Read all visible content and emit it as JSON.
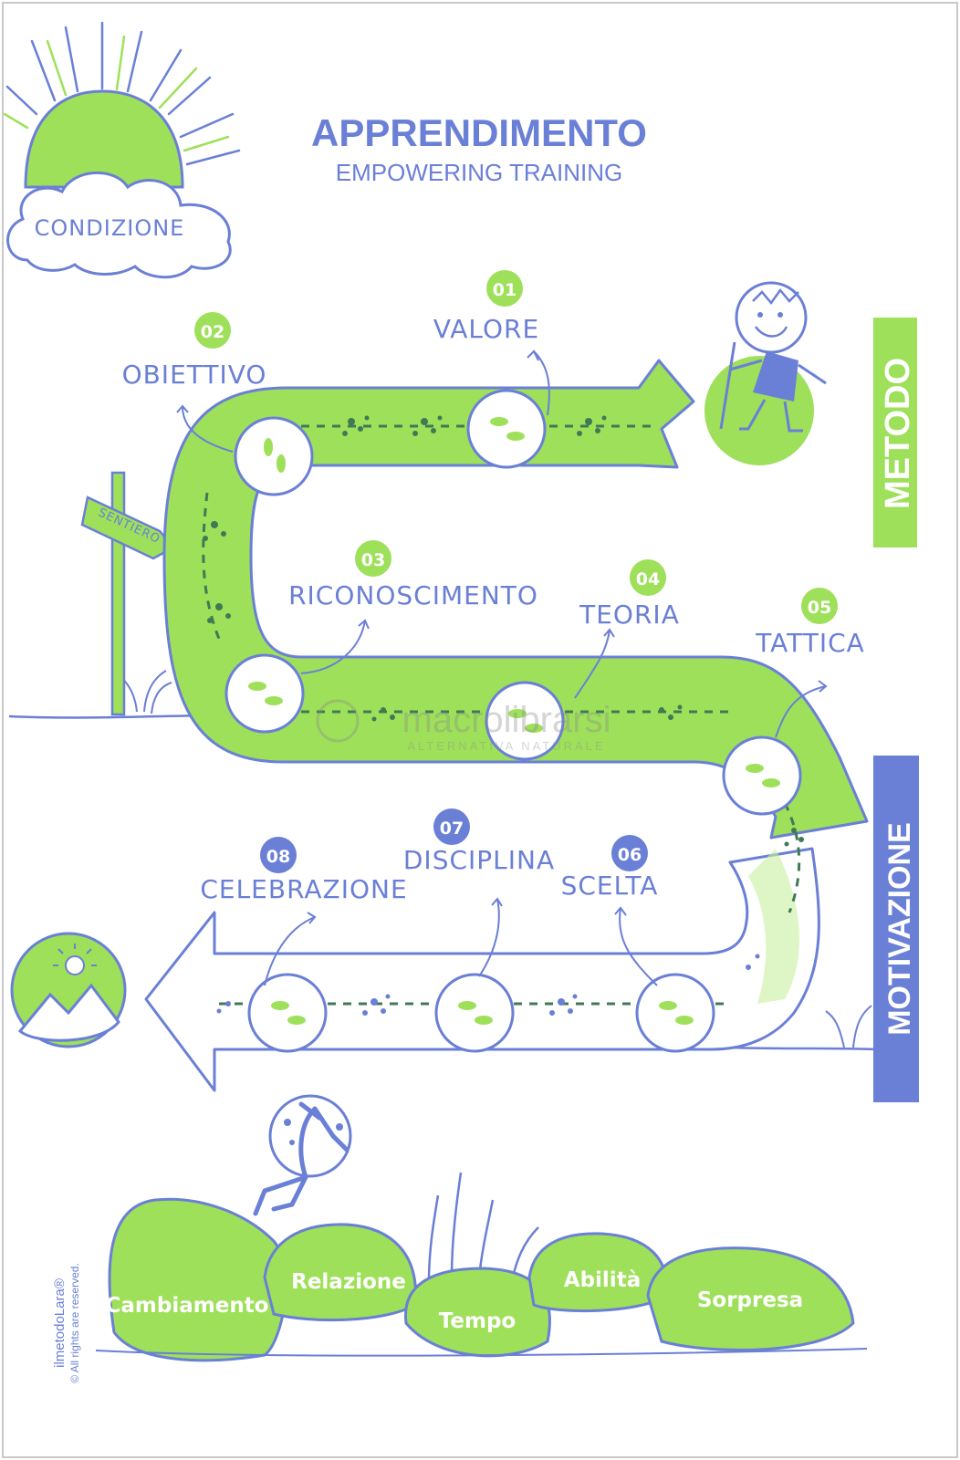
{
  "header": {
    "title": "APPRENDIMENTO",
    "subtitle": "EMPOWERING TRAINING"
  },
  "cloud_label": "CONDIZIONE",
  "signpost_label": "SENTIERO",
  "bands": {
    "metodo": "METODO",
    "motivazione": "MOTIVAZIONE"
  },
  "steps": [
    {
      "num": "01",
      "label": "VALORE"
    },
    {
      "num": "02",
      "label": "OBIETTIVO"
    },
    {
      "num": "03",
      "label": "RICONOSCIMENTO"
    },
    {
      "num": "04",
      "label": "TEORIA"
    },
    {
      "num": "05",
      "label": "TATTICA"
    },
    {
      "num": "06",
      "label": "SCELTA"
    },
    {
      "num": "07",
      "label": "DISCIPLINA"
    },
    {
      "num": "08",
      "label": "CELEBRAZIONE"
    }
  ],
  "stones": [
    "Cambiamento",
    "Relazione",
    "Tempo",
    "Abilità",
    "Sorpresa"
  ],
  "credit": {
    "brand": "ilmetodoLara®",
    "rights": "© All rights are reserved."
  },
  "watermark": {
    "name": "macrolibrarsi",
    "tagline": "ALTERNATIVA NATURALE"
  },
  "colors": {
    "green": "#9ee05a",
    "blue": "#6a7fd6",
    "dark_green": "#3f7a55"
  }
}
